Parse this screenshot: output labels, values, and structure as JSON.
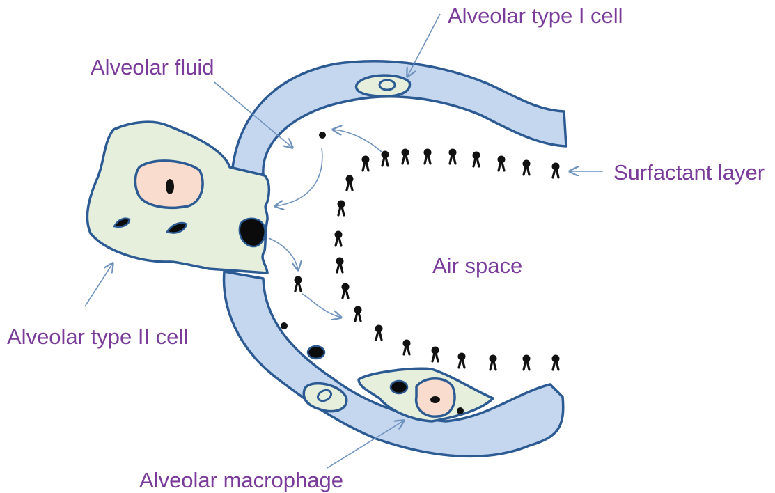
{
  "labels": {
    "type1": "Alveolar type I cell",
    "fluid": "Alveolar fluid",
    "surfactant": "Surfactant layer",
    "airspace": "Air space",
    "type2": "Alveolar type II cell",
    "macrophage": "Alveolar macrophage"
  },
  "colors": {
    "label_text": "#7a3b9a",
    "wall_fill": "#c5d6ef",
    "outline": "#2c5a93",
    "cell_fill": "#e6efdc",
    "nucleus_fill": "#f9dccd",
    "arrow": "#6f93bd"
  }
}
